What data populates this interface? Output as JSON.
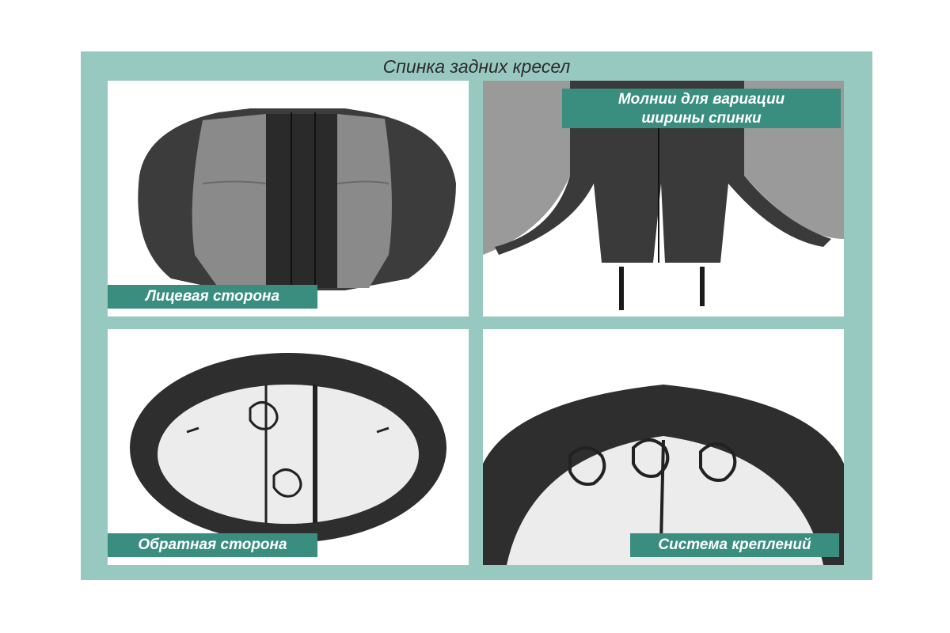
{
  "header": {
    "title": "Спинка задних кресел"
  },
  "panels": [
    {
      "label": "Лицевая сторона",
      "icon": "seat-cover-front-photo"
    },
    {
      "label_line1": "Молнии для вариации",
      "label_line2": "ширины спинки",
      "icon": "seat-cover-zippers-photo"
    },
    {
      "label": "Обратная сторона",
      "icon": "seat-cover-back-photo"
    },
    {
      "label": "Система креплений",
      "icon": "seat-cover-fastening-photo"
    }
  ],
  "colors": {
    "frame": "#98c9c0",
    "label_bg": "#3a8e80",
    "label_text": "#ffffff"
  }
}
